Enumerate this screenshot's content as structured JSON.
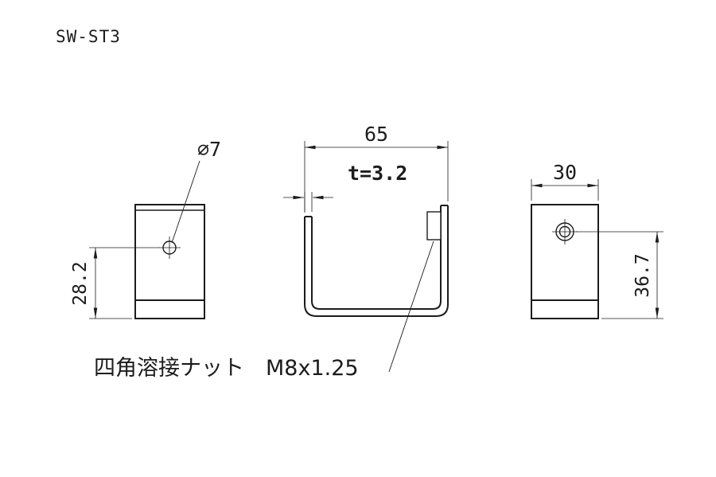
{
  "page": {
    "background_color": "#ffffff",
    "line_color": "#1c1c1c"
  },
  "drawing": {
    "part_number": "SW-ST3",
    "labels": {
      "hole_diameter": "∅7",
      "flange_height": "28.2",
      "overall_width": "65",
      "thickness": "t=3.2",
      "depth": "30",
      "side_height": "36.7",
      "weld_nut_note": "四角溶接ナット　M8x1.25"
    },
    "views": {
      "left_view": "left side view with 7mm hole",
      "front_view": "U-channel front view with square weld nut",
      "right_view": "right side view with nut hole"
    }
  }
}
